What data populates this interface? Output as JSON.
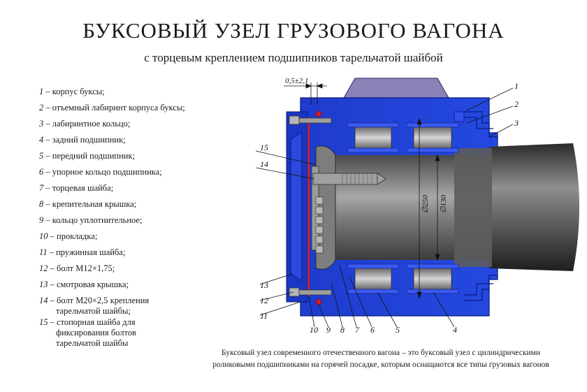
{
  "title": "БУКСОВЫЙ УЗЕЛ ГРУЗОВОГО ВАГОНА",
  "subtitle": "с торцевым креплением подшипников тарельчатой шайбой",
  "legend": [
    {
      "num": "1",
      "text": "корпус буксы;"
    },
    {
      "num": "2",
      "text": "отъемный лабиринт корпуса буксы;"
    },
    {
      "num": "3",
      "text": "лабиринтное кольцо;"
    },
    {
      "num": "4",
      "text": "задний подшипник;"
    },
    {
      "num": "5",
      "text": "передний подшипник;"
    },
    {
      "num": "6",
      "text": "упорное кольцо подшипника;"
    },
    {
      "num": "7",
      "text": "торцевая шайба;"
    },
    {
      "num": "8",
      "text": "крепительная крышка;"
    },
    {
      "num": "9",
      "text": "кольцо уплотнительное;"
    },
    {
      "num": "10",
      "text": "прокладка;"
    },
    {
      "num": "11",
      "text": "пружинная шайба;"
    },
    {
      "num": "12",
      "text": "болт М12×1,75;"
    },
    {
      "num": "13",
      "text": "смотровая крышка;"
    },
    {
      "num": "14",
      "text": "болт М20×2,5 крепления",
      "text2": "тарельчатой шайбы;"
    },
    {
      "num": "15",
      "text": "стопорная шайба для",
      "text2": "фиксирования болтов",
      "text3": "тарельчатой шайбы"
    }
  ],
  "dimensions": {
    "gap": "0,5±2,1",
    "d_outer": "∅250",
    "d_inner": "∅130"
  },
  "callouts": {
    "c1": "1",
    "c2": "2",
    "c3": "3",
    "c4": "4",
    "c5": "5",
    "c6": "6",
    "c7": "7",
    "c8": "8",
    "c9": "9",
    "c10": "10",
    "c11": "11",
    "c12": "12",
    "c13": "13",
    "c14": "14",
    "c15": "15"
  },
  "caption": {
    "line1": "Буксовый узел современного отечественного вагона – это буксовый узел с цилиндрическими",
    "line2": "роликовыми подшипниками на горячей посадке, которым оснащаются все типы  грузовых вагонов"
  },
  "colors": {
    "housing_blue": "#1f3fd6",
    "dark_blue": "#0f1f8a",
    "steel_gray": "#8a8a8a",
    "axle_dark": "#3a3a3a",
    "lid_purple": "#8a7fb5",
    "seal_red": "#d11a2a"
  }
}
